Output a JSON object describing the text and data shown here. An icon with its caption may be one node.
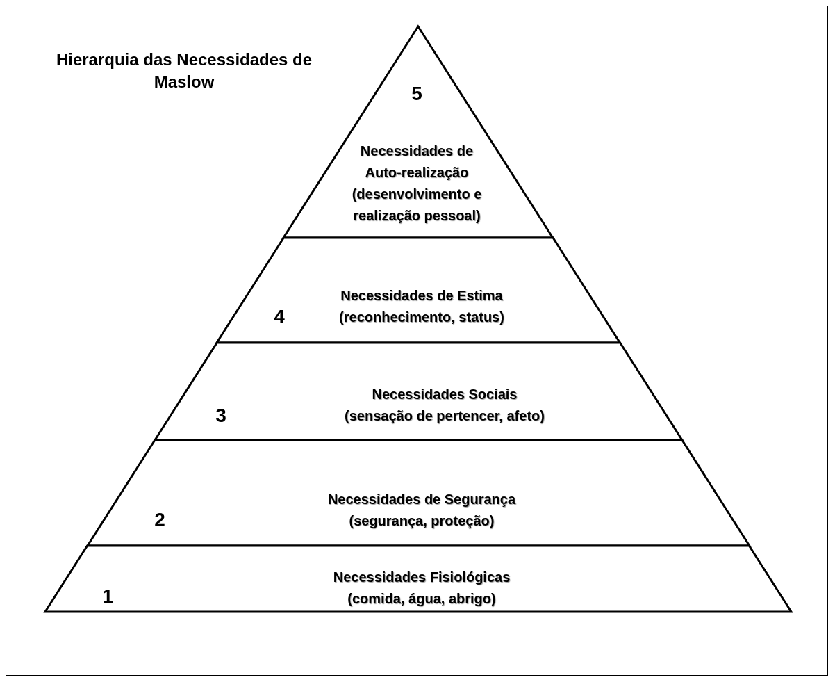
{
  "diagram": {
    "title": "Hierarquia das Necessidades de Maslow",
    "nodes": [
      {
        "text": [
          "5",
          "Necessidades de Auto-realização",
          "(desenvolvimento e realização pessoal)"
        ]
      },
      {
        "text": [
          "4",
          "Necessidades de Estima",
          "(reconhecimento, status)"
        ]
      },
      {
        "text": [
          "3",
          "Necessidades Sociais",
          "(sensação de pertencer, afeto)"
        ]
      },
      {
        "text": [
          "2",
          "Necessidades de Segurança",
          "(segurança, proteção)"
        ]
      },
      {
        "text": [
          "1",
          "Necessidades Fisiológicas",
          "(comida, água, abrigo)"
        ]
      }
    ],
    "edges": []
  }
}
